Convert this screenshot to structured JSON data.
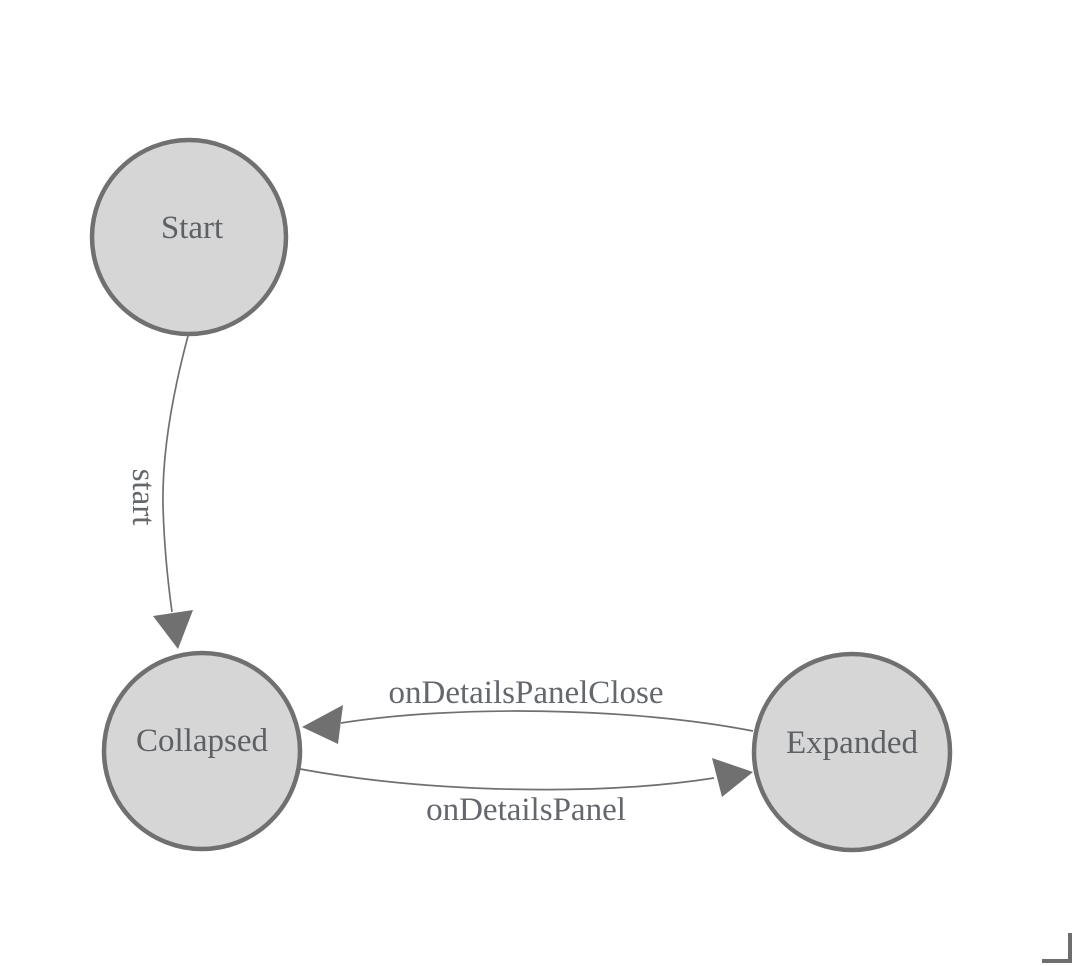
{
  "diagram": {
    "type": "state-machine",
    "background": "#ffffff",
    "node_fill": "#d6d6d6",
    "node_border": "#707070",
    "edge_color": "#707070",
    "node_label_color": "#5d6165",
    "edge_label_color": "#64686c",
    "corner_mark_color": "#6e6e6e",
    "nodes": [
      {
        "id": "start",
        "label": "Start"
      },
      {
        "id": "collapsed",
        "label": "Collapsed"
      },
      {
        "id": "expanded",
        "label": "Expanded"
      }
    ],
    "edges": [
      {
        "from": "Start",
        "to": "Collapsed",
        "label": "start"
      },
      {
        "from": "Expanded",
        "to": "Collapsed",
        "label": "onDetailsPanelClose"
      },
      {
        "from": "Collapsed",
        "to": "Expanded",
        "label": "onDetailsPanel"
      }
    ]
  }
}
